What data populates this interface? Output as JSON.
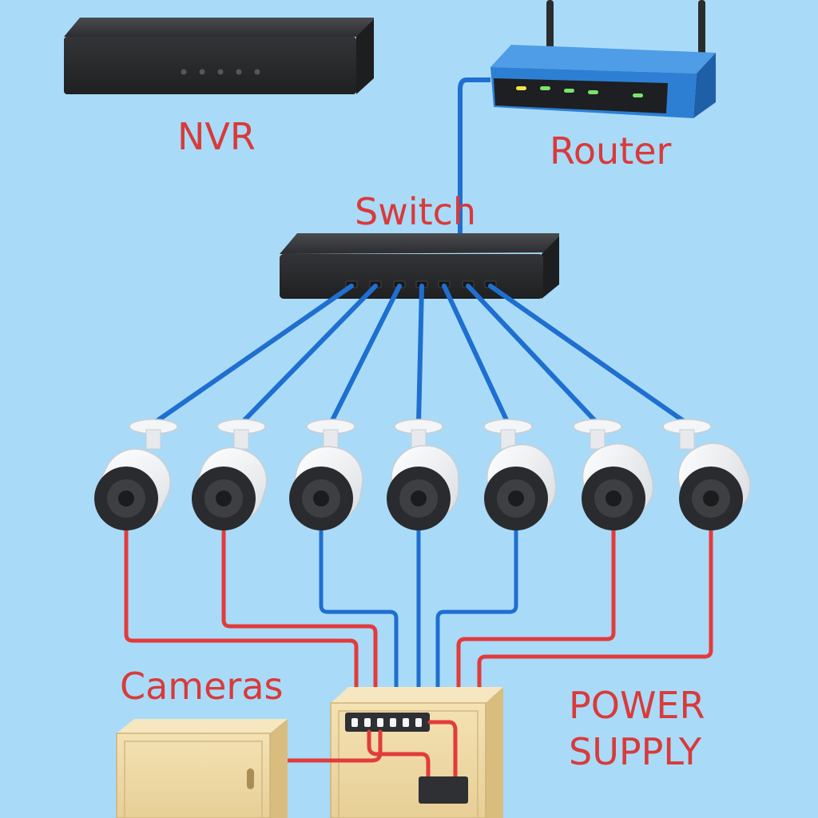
{
  "labels": {
    "nvr": "NVR",
    "router": "Router",
    "switch": "Switch",
    "cameras": "Cameras",
    "power_supply_line1": "POWER",
    "power_supply_line2": "SUPPLY"
  },
  "camera_count": 7,
  "switch_port_count": 7,
  "colors": {
    "background": "#a9dbf8",
    "label_text": "#d93a3a",
    "ethernet_cable": "#1f6fd0",
    "power_cable": "#e23b3b",
    "device_dark": "#2f3033",
    "router_body": "#2d7fd3",
    "camera_body": "#f4f5f6",
    "camera_lens": "#2a2b2e",
    "box_body": "#f0dcaa",
    "led_green": "#7be36b",
    "led_yellow": "#f1e44c"
  }
}
